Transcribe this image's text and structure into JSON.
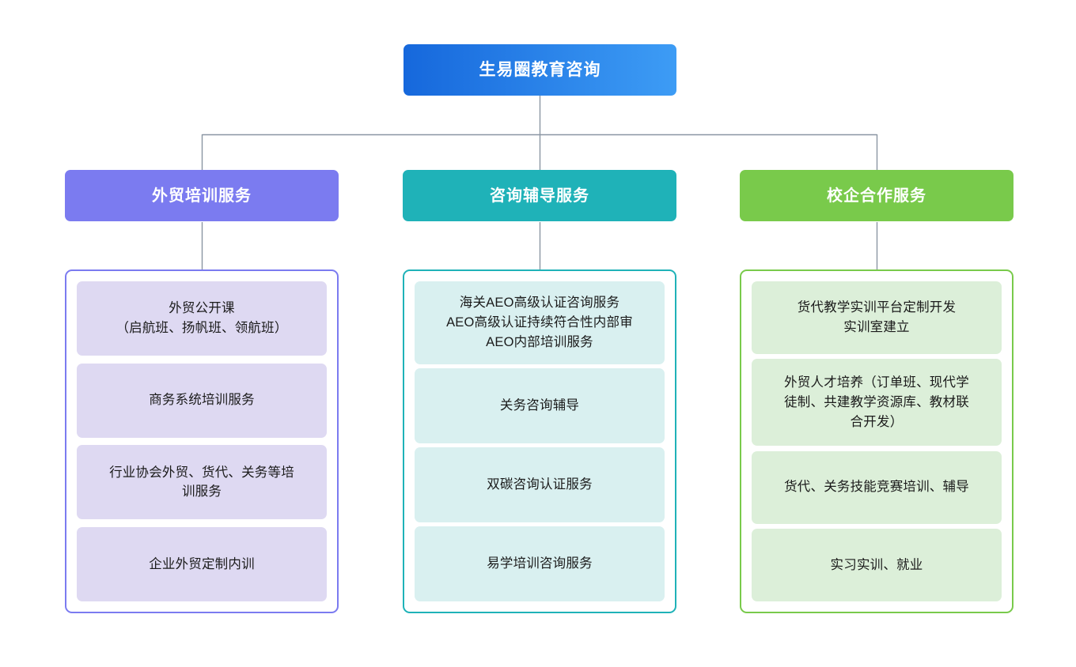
{
  "diagram": {
    "title_text": "生易圈教育咨询",
    "background": "#ffffff",
    "connector_color": "#8a96a3"
  },
  "root": {
    "label": "生易圈教育咨询",
    "gradient_from": "#1668dc",
    "gradient_to": "#3d9cf5",
    "text_color": "#ffffff"
  },
  "columns": [
    {
      "key": "foreign-trade-training",
      "header_label": "外贸培训服务",
      "header_color": "#7b7bf0",
      "border_color": "#7b7bf0",
      "item_bg": "#ded9f2",
      "items": [
        {
          "label": "外贸公开课\n（启航班、扬帆班、领航班）"
        },
        {
          "label": "商务系统培训服务"
        },
        {
          "label": "行业协会外贸、货代、关务等培\n训服务"
        },
        {
          "label": "企业外贸定制内训"
        }
      ]
    },
    {
      "key": "consulting-coaching",
      "header_label": "咨询辅导服务",
      "header_color": "#1fb2b8",
      "border_color": "#1fb2b8",
      "item_bg": "#d9f0f0",
      "items": [
        {
          "label": "海关AEO高级认证咨询服务\nAEO高级认证持续符合性内部审\nAEO内部培训服务",
          "tall": true
        },
        {
          "label": "关务咨询辅导"
        },
        {
          "label": "双碳咨询认证服务"
        },
        {
          "label": "易学培训咨询服务"
        }
      ]
    },
    {
      "key": "school-enterprise",
      "header_label": "校企合作服务",
      "header_color": "#79ca4b",
      "border_color": "#79ca4b",
      "item_bg": "#dcefd9",
      "items": [
        {
          "label": "货代教学实训平台定制开发\n实训室建立"
        },
        {
          "label": "外贸人才培养（订单班、现代学\n徒制、共建教学资源库、教材联\n合开发）",
          "tall": true
        },
        {
          "label": "货代、关务技能竞赛培训、辅导"
        },
        {
          "label": "实习实训、就业"
        }
      ]
    }
  ]
}
